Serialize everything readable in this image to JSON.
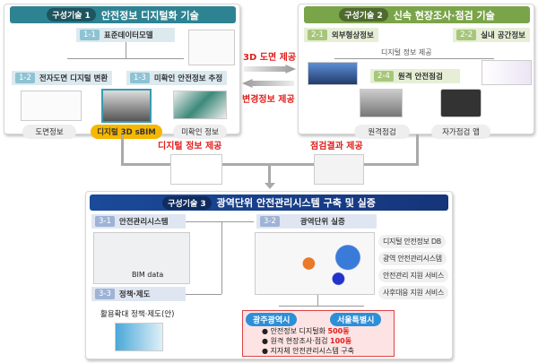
{
  "tech1": {
    "badge": "구성기술 1",
    "title": "안전정보 디지털화 기술",
    "s1": {
      "num": "1-1",
      "label": "표준데이터모델"
    },
    "s2": {
      "num": "1-2",
      "label": "전자도면 디지털 변환"
    },
    "s3": {
      "num": "1-3",
      "label": "미확인 안전정보 추정"
    },
    "captions": [
      "도면정보",
      "디지털 3D sBIM",
      "미확인 정보"
    ]
  },
  "tech2": {
    "badge": "구성기술 2",
    "title": "신속 현장조사·점검 기술",
    "s1": {
      "num": "2-1",
      "label": "외부형상정보"
    },
    "s2": {
      "num": "2-2",
      "label": "실내 공간정보"
    },
    "s4": {
      "num": "2-4",
      "label": "원격 안전점검"
    },
    "flow": "디지털 정보 제공",
    "captions": [
      "원격점검",
      "자가점검 앱"
    ]
  },
  "arrows": {
    "right": "3D 도면 제공",
    "left": "변경정보 제공",
    "down_left": "디지털 정보 제공",
    "down_right": "점검결과 제공"
  },
  "tech3": {
    "badge": "구성기술 3",
    "title": "광역단위 안전관리시스템 구축 및 실증",
    "s1": {
      "num": "3-1",
      "label": "안전관리시스템"
    },
    "s2": {
      "num": "3-2",
      "label": "광역단위 실증"
    },
    "s3": {
      "num": "3-3",
      "label": "정책·제도"
    },
    "policy": "활용확대 정책·제도(안)",
    "bim": "BIM data",
    "features": [
      "디지털 안전정보 DB",
      "광역 안전관리시스템",
      "안전관리 지원 서비스",
      "사후대응 지원 서비스"
    ],
    "cities": [
      "광주광역시",
      "서울특별시"
    ],
    "results": [
      {
        "text": "안전정보 디지털화 ",
        "hl": "500동"
      },
      {
        "text": "원격 현장조사·점검 ",
        "hl": "100동"
      },
      {
        "text": "지자체 안전관리시스템 구축",
        "hl": ""
      }
    ]
  }
}
